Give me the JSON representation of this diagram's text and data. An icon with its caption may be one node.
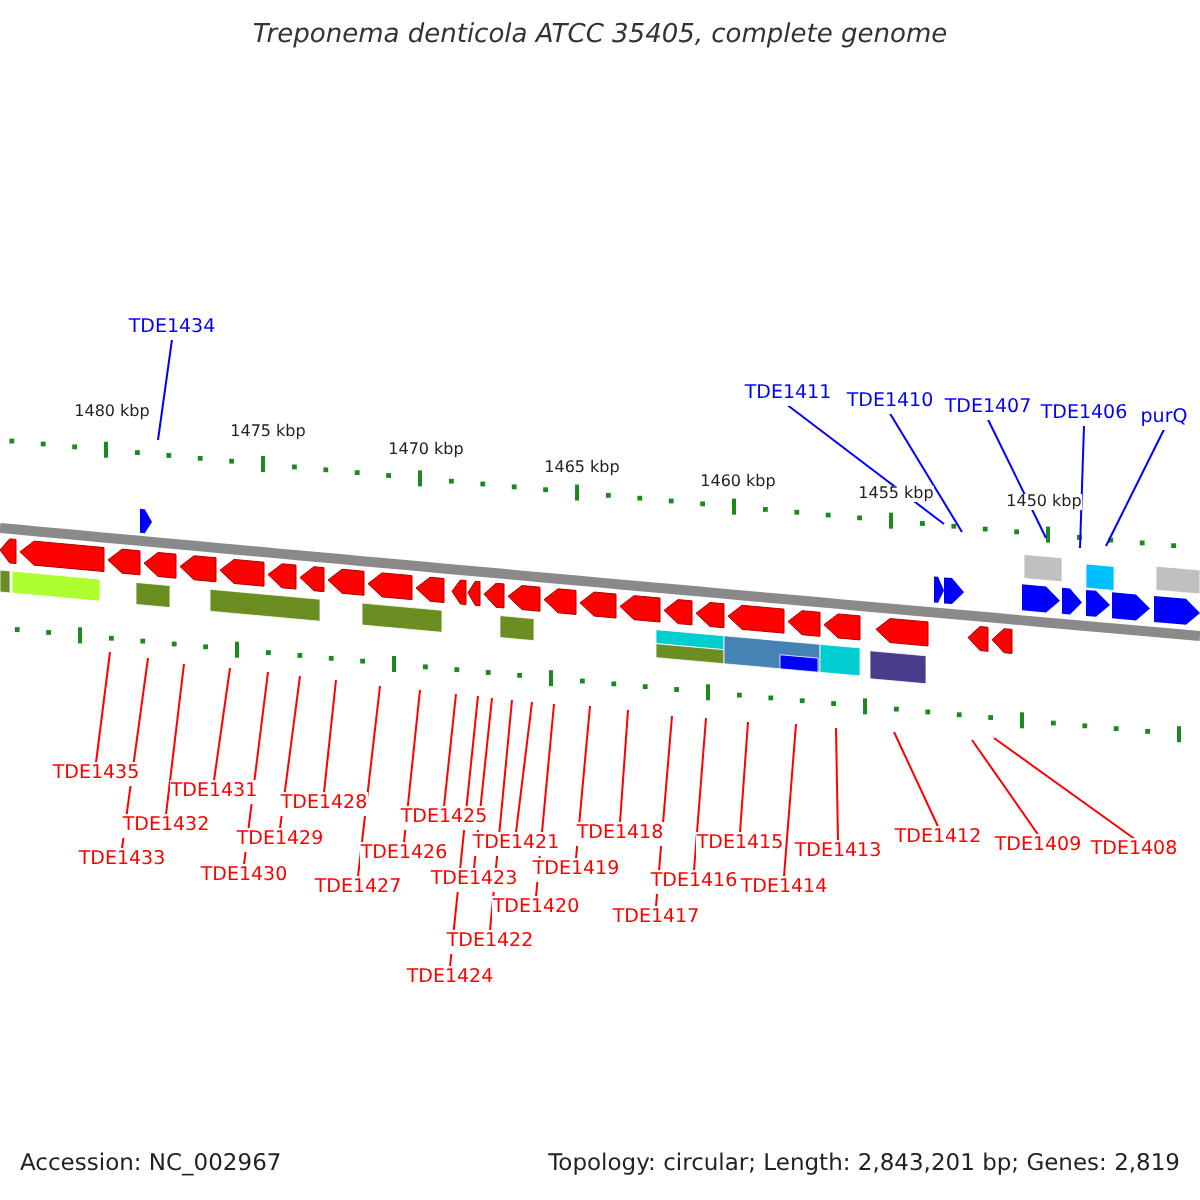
{
  "diagram": {
    "title": "Treponema denticola ATCC 35405, complete genome",
    "nodes": [
      {
        "text": [
          "TDE1434"
        ]
      },
      {
        "text": [
          "TDE1411"
        ]
      },
      {
        "text": [
          "TDE1410"
        ]
      },
      {
        "text": [
          "TDE1407"
        ]
      },
      {
        "text": [
          "TDE1406"
        ]
      },
      {
        "text": [
          "purQ"
        ]
      },
      {
        "text": [
          "TDE1435"
        ]
      },
      {
        "text": [
          "TDE1433"
        ]
      },
      {
        "text": [
          "TDE1432"
        ]
      },
      {
        "text": [
          "TDE1431"
        ]
      },
      {
        "text": [
          "TDE1430"
        ]
      },
      {
        "text": [
          "TDE1429"
        ]
      },
      {
        "text": [
          "TDE1428"
        ]
      },
      {
        "text": [
          "TDE1427"
        ]
      },
      {
        "text": [
          "TDE1426"
        ]
      },
      {
        "text": [
          "TDE1425"
        ]
      },
      {
        "text": [
          "TDE1424"
        ]
      },
      {
        "text": [
          "TDE1423"
        ]
      },
      {
        "text": [
          "TDE1422"
        ]
      },
      {
        "text": [
          "TDE1421"
        ]
      },
      {
        "text": [
          "TDE1420"
        ]
      },
      {
        "text": [
          "TDE1419"
        ]
      },
      {
        "text": [
          "TDE1418"
        ]
      },
      {
        "text": [
          "TDE1417"
        ]
      },
      {
        "text": [
          "TDE1416"
        ]
      },
      {
        "text": [
          "TDE1415"
        ]
      },
      {
        "text": [
          "TDE1414"
        ]
      },
      {
        "text": [
          "TDE1413"
        ]
      },
      {
        "text": [
          "TDE1412"
        ]
      },
      {
        "text": [
          "TDE1409"
        ]
      },
      {
        "text": [
          "TDE1408"
        ]
      }
    ],
    "edges": [
      {
        "from": 0,
        "to": null,
        "arrow": "none",
        "color": "#0000ff"
      },
      {
        "from": 1,
        "to": null,
        "arrow": "none",
        "color": "#0000ff"
      },
      {
        "from": 2,
        "to": null,
        "arrow": "none",
        "color": "#0000ff"
      },
      {
        "from": 3,
        "to": null,
        "arrow": "none",
        "color": "#0000ff"
      },
      {
        "from": 4,
        "to": null,
        "arrow": "none",
        "color": "#0000ff"
      },
      {
        "from": 5,
        "to": null,
        "arrow": "none",
        "color": "#0000ff"
      },
      {
        "from": 6,
        "to": null,
        "arrow": "none"
      },
      {
        "from": 7,
        "to": null,
        "arrow": "none"
      },
      {
        "from": 8,
        "to": null,
        "arrow": "none"
      },
      {
        "from": 9,
        "to": null,
        "arrow": "none"
      },
      {
        "from": 10,
        "to": null,
        "arrow": "none"
      },
      {
        "from": 11,
        "to": null,
        "arrow": "none"
      },
      {
        "from": 12,
        "to": null,
        "arrow": "none"
      },
      {
        "from": 13,
        "to": null,
        "arrow": "none"
      },
      {
        "from": 14,
        "to": null,
        "arrow": "none"
      },
      {
        "from": 15,
        "to": null,
        "arrow": "none"
      },
      {
        "from": 16,
        "to": null,
        "arrow": "none"
      },
      {
        "from": 17,
        "to": null,
        "arrow": "none"
      },
      {
        "from": 18,
        "to": null,
        "arrow": "none"
      },
      {
        "from": 19,
        "to": null,
        "arrow": "none"
      },
      {
        "from": 20,
        "to": null,
        "arrow": "none"
      },
      {
        "from": 21,
        "to": null,
        "arrow": "none"
      },
      {
        "from": 22,
        "to": null,
        "arrow": "none"
      },
      {
        "from": 23,
        "to": null,
        "arrow": "none"
      },
      {
        "from": 24,
        "to": null,
        "arrow": "none"
      },
      {
        "from": 25,
        "to": null,
        "arrow": "none"
      },
      {
        "from": 26,
        "to": null,
        "arrow": "none"
      },
      {
        "from": 27,
        "to": null,
        "arrow": "none"
      },
      {
        "from": 28,
        "to": null,
        "arrow": "none"
      },
      {
        "from": 29,
        "to": null,
        "arrow": "none"
      },
      {
        "from": 30,
        "to": null,
        "arrow": "none"
      }
    ],
    "labels": [
      "1480 kbp",
      "1475 kbp",
      "1470 kbp",
      "1465 kbp",
      "1460 kbp",
      "1455 kbp",
      "1450 kbp",
      "Accession: NC_002967",
      "Topology: circular; Length: 2,843,201 bp; Genes: 2,819"
    ]
  }
}
